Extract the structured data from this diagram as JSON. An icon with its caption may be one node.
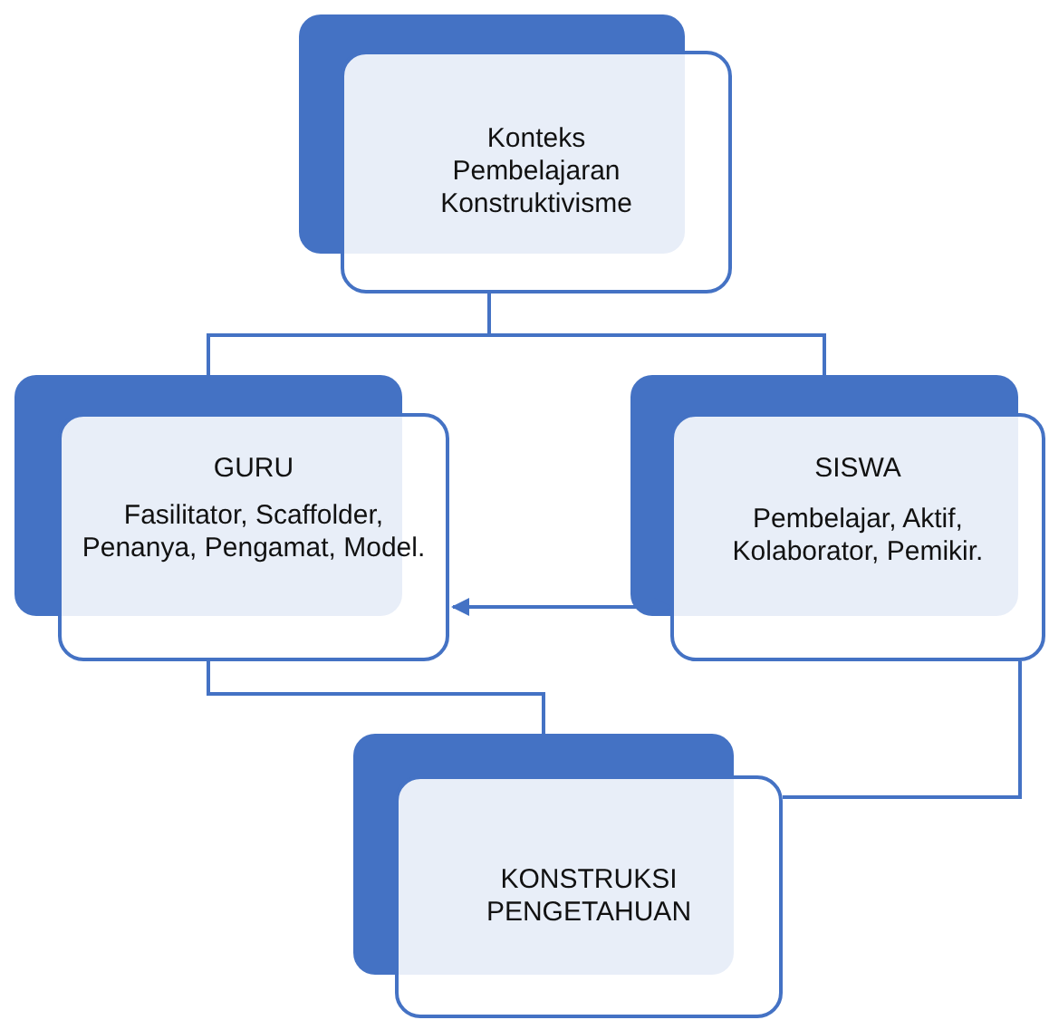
{
  "diagram": {
    "nodes": [
      {
        "text": [
          "Konteks Pembelajaran Konstruktivisme"
        ]
      },
      {
        "text": [
          "GURU",
          "Fasilitator, Scaffolder, Penanya, Pengamat, Model."
        ]
      },
      {
        "text": [
          "SISWA",
          "Pembelajar, Aktif, Kolaborator, Pemikir."
        ]
      },
      {
        "text": [
          "KONSTRUKSI PENGETAHUAN"
        ]
      }
    ],
    "edges": [
      {
        "from": 0,
        "to": 1,
        "arrow": "none"
      },
      {
        "from": 0,
        "to": 2,
        "arrow": "none"
      },
      {
        "from": 2,
        "to": 1,
        "arrow": "both"
      },
      {
        "from": 1,
        "to": 3,
        "arrow": "none"
      },
      {
        "from": 2,
        "to": 3,
        "arrow": "none"
      }
    ]
  }
}
